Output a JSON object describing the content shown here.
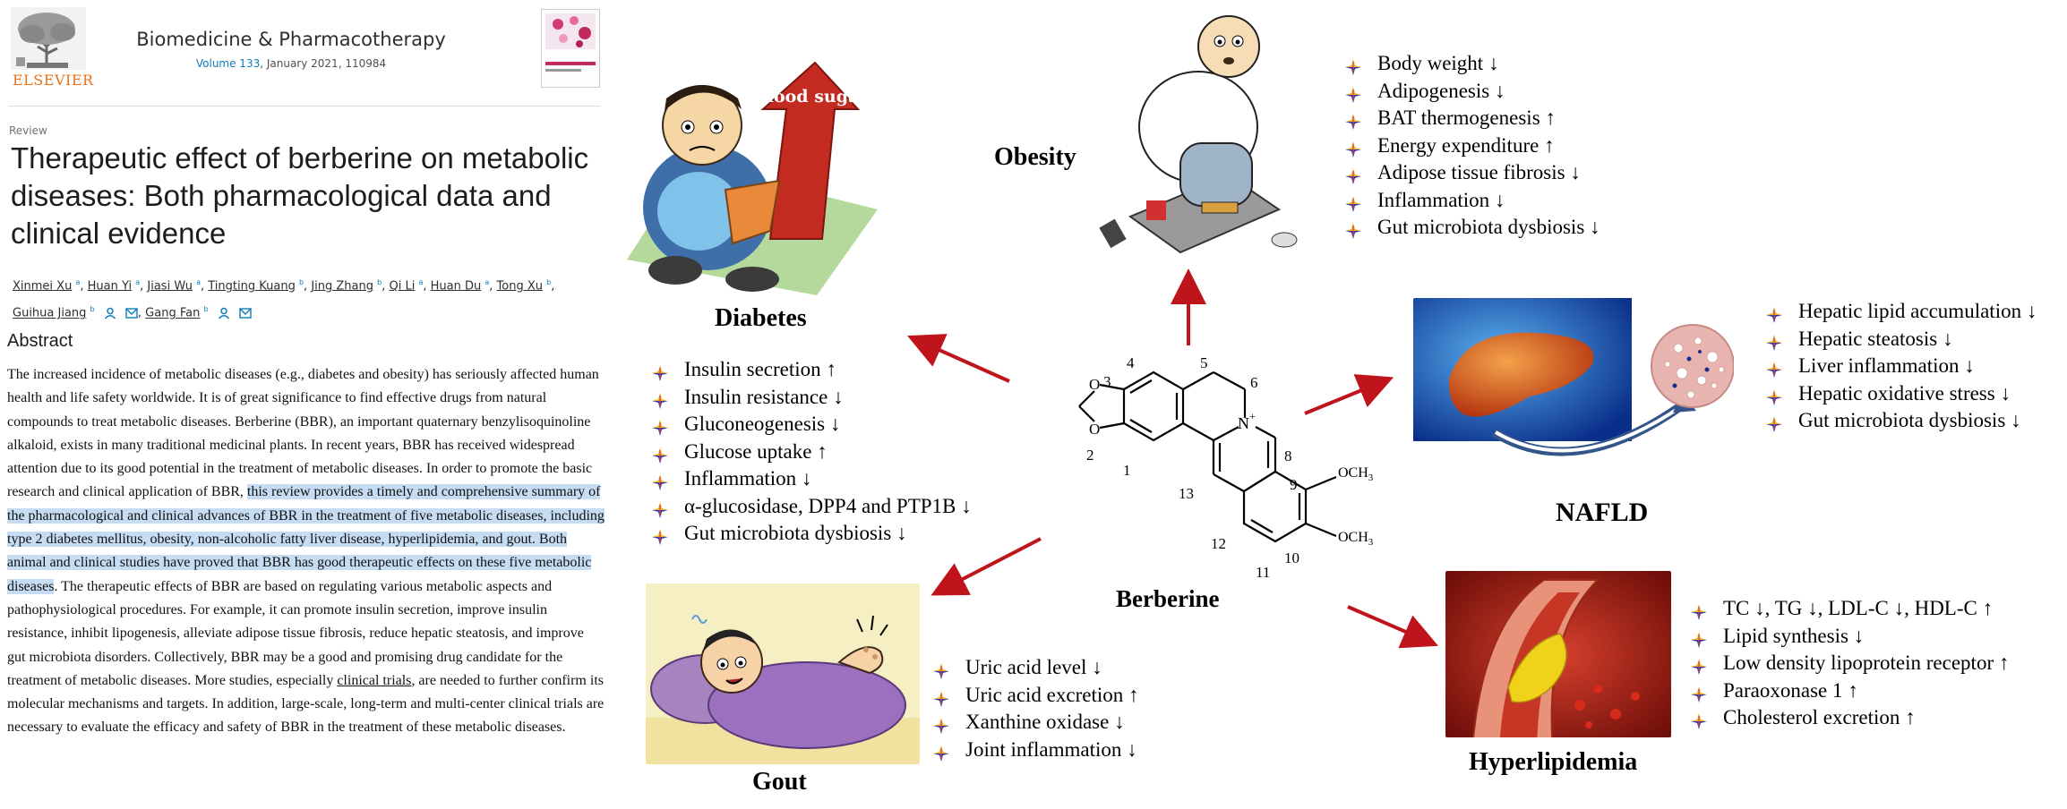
{
  "journal": {
    "publisher": "ELSEVIER",
    "name": "Biomedicine & Pharmacotherapy",
    "volume_link": "Volume 133",
    "volume_rest": ", January 2021, 110984"
  },
  "article": {
    "type_label": "Review",
    "title": "Therapeutic effect of berberine on metabolic diseases: Both pharmacological data and clinical evidence",
    "authors": [
      {
        "name": "Xinmei Xu",
        "sup": "a"
      },
      {
        "name": "Huan Yi",
        "sup": "a"
      },
      {
        "name": "Jiasi Wu",
        "sup": "a"
      },
      {
        "name": "Tingting Kuang",
        "sup": "b"
      },
      {
        "name": "Jing Zhang",
        "sup": "b"
      },
      {
        "name": "Qi Li",
        "sup": "a"
      },
      {
        "name": "Huan Du",
        "sup": "a"
      },
      {
        "name": "Tong Xu",
        "sup": "b"
      },
      {
        "name": "Guihua Jiang",
        "sup": "b"
      },
      {
        "name": "Gang Fan",
        "sup": "b"
      }
    ],
    "abstract_heading": "Abstract",
    "abstract": {
      "p1": "The increased incidence of metabolic diseases (e.g., diabetes and obesity) has seriously affected human health and life safety worldwide. It is of great significance to find effective drugs from natural compounds to treat metabolic diseases. Berberine (BBR), an important quaternary benzylisoquinoline alkaloid, exists in many traditional medicinal plants. In recent years, BBR has received widespread attention due to its good potential in the treatment of metabolic diseases. In order to promote the basic research and clinical application of BBR, ",
      "highlight": "this review provides a timely and comprehensive summary of the pharmacological and clinical advances of BBR in the treatment of five metabolic diseases, including type 2 diabetes mellitus, obesity, non-alcoholic fatty liver disease, hyperlipidemia, and gout. Both animal and clinical studies have proved that BBR has good therapeutic effects on these five metabolic diseases",
      "p2": ". The therapeutic effects of BBR are based on regulating various metabolic aspects and pathophysiological procedures. For example, it can promote insulin secretion, improve insulin resistance, inhibit lipogenesis, alleviate adipose tissue fibrosis, reduce hepatic steatosis, and improve gut microbiota disorders. Collectively, BBR may be a good and promising drug candidate for the treatment of metabolic diseases. More studies, especially ",
      "link": "clinical trials",
      "p3": ", are needed to further confirm its molecular mechanisms and targets. In addition, large-scale, long-term and multi-center clinical trials are necessary to evaluate the efficacy and safety of BBR in the treatment of these metabolic diseases."
    }
  },
  "figure": {
    "center": {
      "label": "Berberine",
      "atoms": {
        "n1": "1",
        "n2": "2",
        "n3": "3",
        "n4": "4",
        "n5": "5",
        "n6": "6",
        "n8": "8",
        "n9": "9",
        "n10": "10",
        "n11": "11",
        "n12": "12",
        "n13": "13",
        "o1": "O",
        "o2": "O",
        "nplus": "N",
        "plus": "+",
        "och3a": "OCH",
        "och3b": "OCH",
        "sub3": "3"
      }
    },
    "diabetes": {
      "label": "Diabetes",
      "sign": "Blood sugar",
      "items": [
        "Insulin secretion ↑",
        "Insulin resistance ↓",
        "Gluconeogenesis ↓",
        "Glucose uptake ↑",
        "Inflammation ↓",
        "α-glucosidase, DPP4 and PTP1B ↓",
        "Gut microbiota dysbiosis ↓"
      ]
    },
    "obesity": {
      "label": "Obesity",
      "items": [
        "Body weight ↓",
        "Adipogenesis ↓",
        "BAT thermogenesis ↑",
        "Energy expenditure ↑",
        "Adipose tissue fibrosis ↓",
        "Inflammation ↓",
        "Gut microbiota dysbiosis ↓"
      ]
    },
    "nafld": {
      "label": "NAFLD",
      "items": [
        "Hepatic lipid accumulation ↓",
        "Hepatic steatosis ↓",
        "Liver inflammation ↓",
        "Hepatic oxidative stress ↓",
        "Gut microbiota dysbiosis ↓"
      ]
    },
    "gout": {
      "label": "Gout",
      "items": [
        "Uric acid level ↓",
        "Uric acid excretion ↑",
        "Xanthine oxidase ↓",
        "Joint inflammation ↓"
      ]
    },
    "hyperlipidemia": {
      "label": "Hyperlipidemia",
      "items": [
        "TC ↓, TG ↓, LDL-C ↓, HDL-C ↑",
        "Lipid synthesis ↓",
        "Low density lipoprotein receptor ↑",
        "Paraoxonase 1 ↑",
        "Cholesterol excretion ↑"
      ]
    },
    "colors": {
      "arrow": "#c0141c",
      "bullet_top": "#f0b429",
      "bullet_bottom": "#3b3aa8"
    }
  }
}
